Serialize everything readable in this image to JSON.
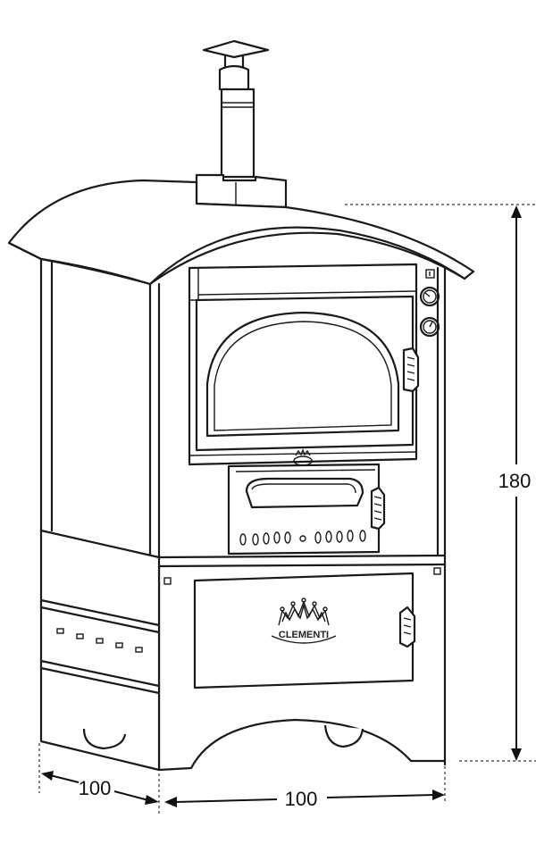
{
  "dimensions": {
    "height_label": "180",
    "depth_label": "100",
    "width_label": "100"
  },
  "brand": {
    "logo_text": "CLEMENTI"
  },
  "colors": {
    "line": "#1a1a1a",
    "background": "#ffffff"
  }
}
